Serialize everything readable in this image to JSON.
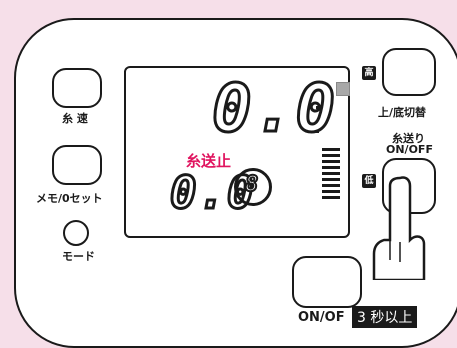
{
  "left": {
    "kasoku_icon": "糸 速",
    "memo_label": "メモ/0セット",
    "mode_label": "モード"
  },
  "display": {
    "main_value": "0.0",
    "sub_value": "0.0",
    "stop_text": "糸送止",
    "circle_digit": "8"
  },
  "right": {
    "high_icon": "高",
    "low_icon": "低",
    "updown_label": "上/底切替",
    "feed_label_line1": "糸送り",
    "feed_label_line2": "ON/OFF",
    "onoff_label": "ON/OF",
    "badge_text": "3 秒以上"
  },
  "colors": {
    "background": "#f6dfe9",
    "stop_text": "#e0145f",
    "outline": "#1a1a1a"
  }
}
